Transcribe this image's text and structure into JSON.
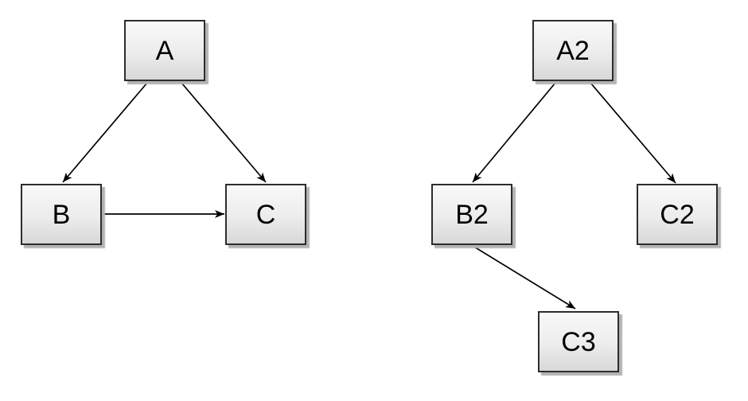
{
  "diagram": {
    "type": "directed-graph",
    "background_color": "#ffffff",
    "node_style": {
      "fill_top": "#f9f9f9",
      "fill_bottom": "#d8d8d8",
      "border_color": "#2d2d2d",
      "shadow_color": "#b3b3b3",
      "text_color": "#000000"
    },
    "edge_style": {
      "line_color": "#000000",
      "arrowhead": "filled-classic"
    },
    "left_graph": {
      "nodes": [
        {
          "id": "A",
          "label": "A"
        },
        {
          "id": "B",
          "label": "B"
        },
        {
          "id": "C",
          "label": "C"
        }
      ],
      "edges": [
        {
          "from": "A",
          "to": "B"
        },
        {
          "from": "A",
          "to": "C"
        },
        {
          "from": "B",
          "to": "C"
        }
      ]
    },
    "right_graph": {
      "nodes": [
        {
          "id": "A2",
          "label": "A2"
        },
        {
          "id": "B2",
          "label": "B2"
        },
        {
          "id": "C2",
          "label": "C2"
        },
        {
          "id": "C3",
          "label": "C3"
        }
      ],
      "edges": [
        {
          "from": "A2",
          "to": "B2"
        },
        {
          "from": "A2",
          "to": "C2"
        },
        {
          "from": "B2",
          "to": "C3"
        }
      ]
    }
  }
}
